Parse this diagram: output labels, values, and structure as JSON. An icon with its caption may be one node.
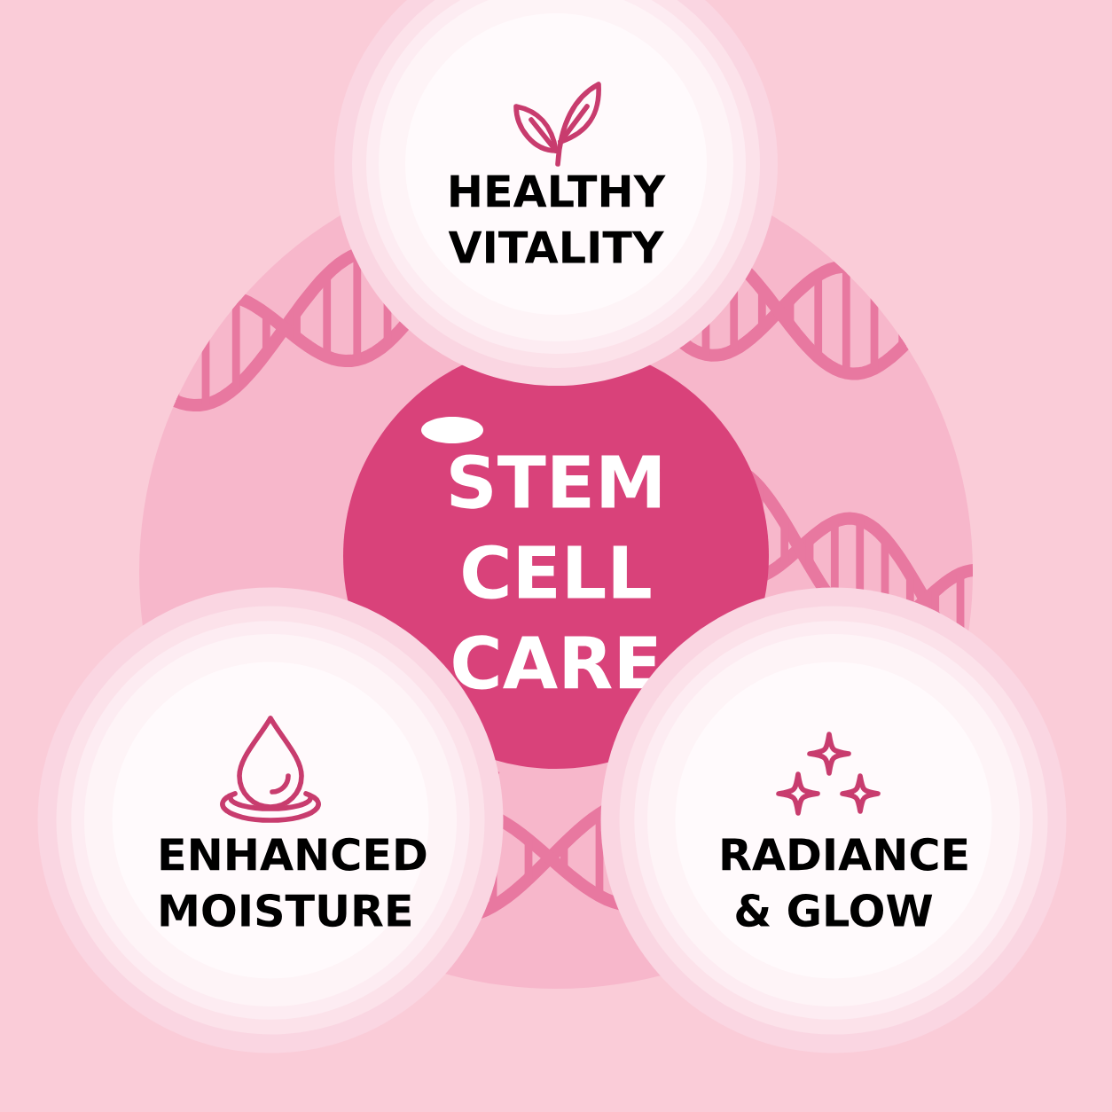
{
  "diagram": {
    "nodes": [
      {
        "text": [
          "STEM CELL CARE"
        ]
      },
      {
        "text": [
          "HEALTHY VITALITY"
        ]
      },
      {
        "text": [
          "ENHANCED MOISTURE"
        ]
      },
      {
        "text": [
          "RADIANCE & GLOW"
        ]
      }
    ]
  }
}
